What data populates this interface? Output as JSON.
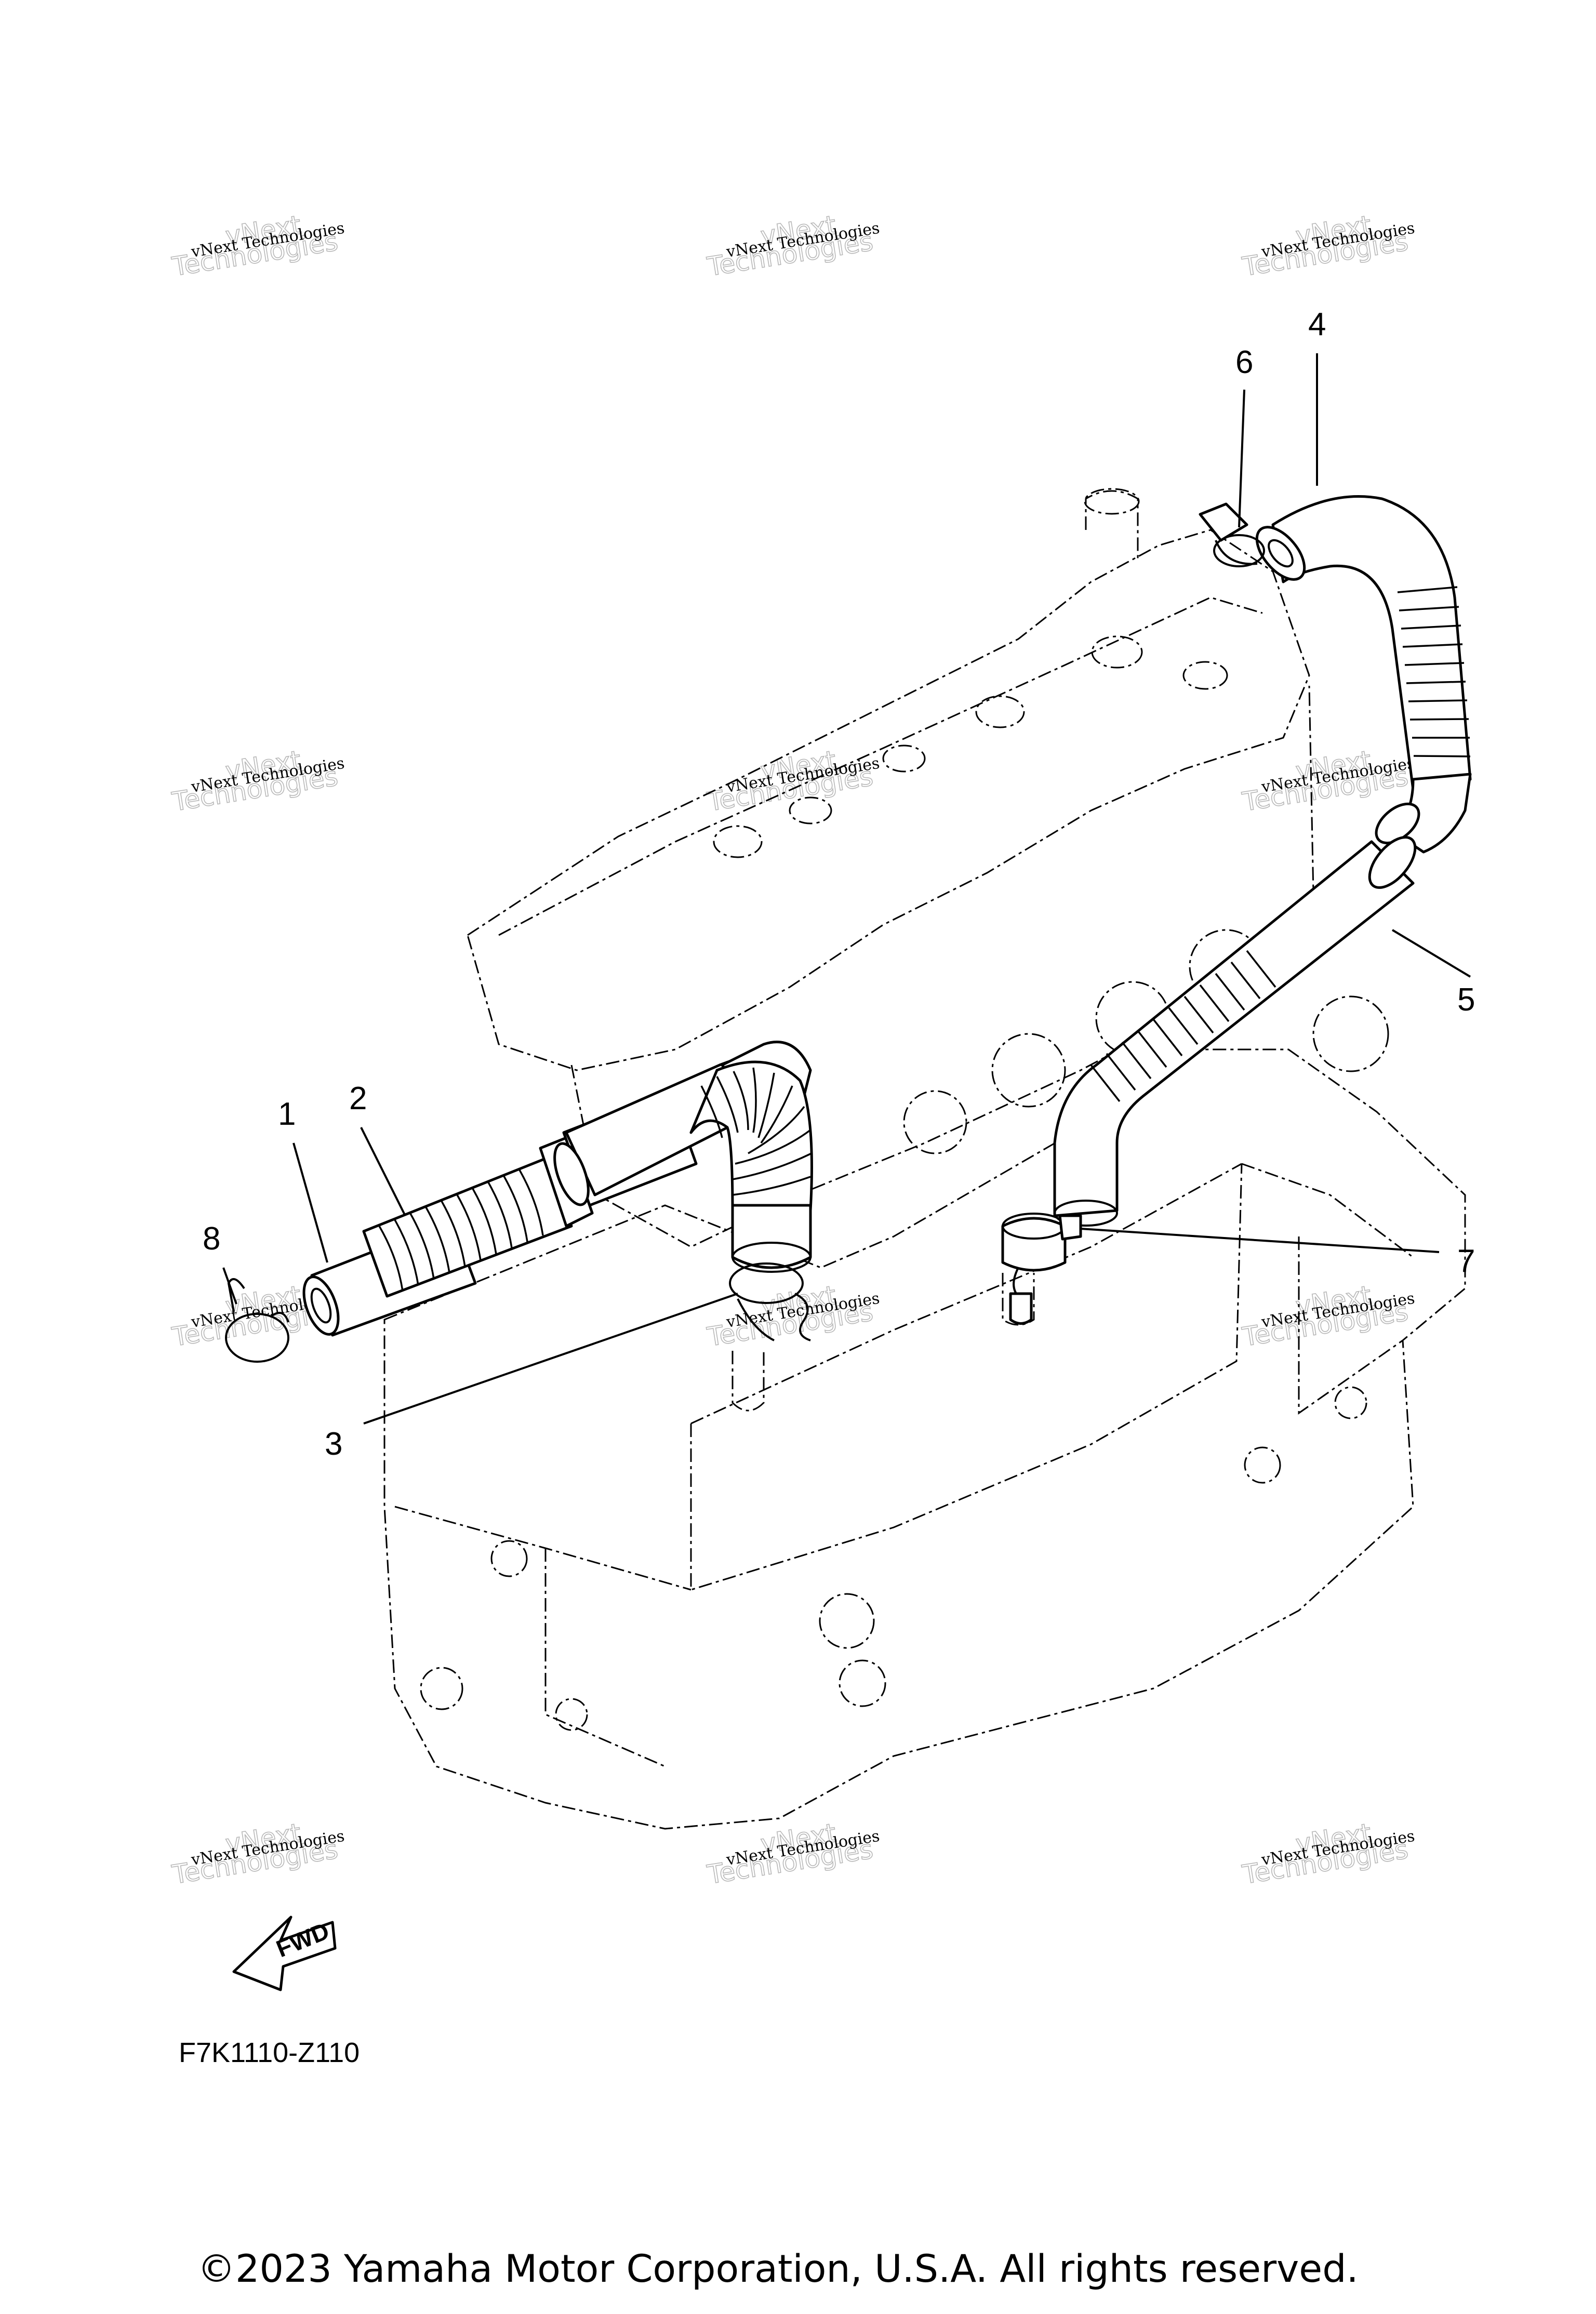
{
  "diagram_code": "F7K1110-Z110",
  "copyright": "©2023 Yamaha Motor Corporation, U.S.A. All rights reserved.",
  "fwd_label": "FWD",
  "watermark": {
    "line1": "vNext Technologies",
    "line2": "vNext",
    "line3": "Technologies"
  },
  "callouts": {
    "c1": "1",
    "c2": "2",
    "c3": "3",
    "c4": "4",
    "c5": "5",
    "c6": "6",
    "c7": "7",
    "c8": "8"
  }
}
